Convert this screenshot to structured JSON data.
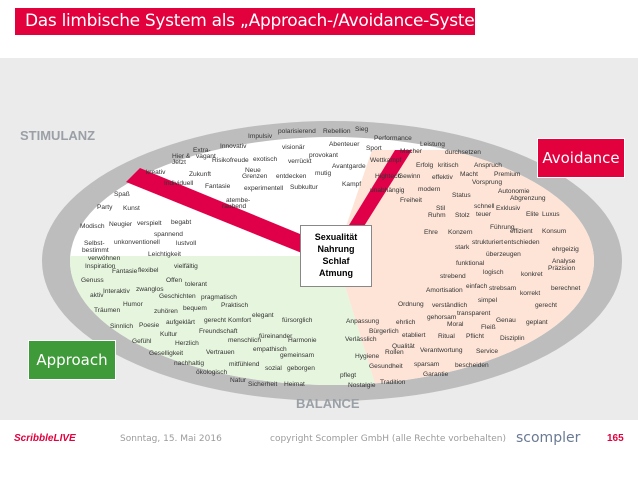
{
  "title": "Das limbische System als „Approach-/Avoidance-System“",
  "footer": {
    "date": "Sonntag, 15. Mai 2016",
    "copyright": "copyright Scompler GmbH (alle Rechte vorbehalten)",
    "page": "165",
    "left_logo": "ScribbleLIVE",
    "right_logo": "scompler"
  },
  "labels": {
    "stimulanz": "STIMULANZ",
    "balance": "BALANCE",
    "avoidance": "Avoidance",
    "approach": "Approach"
  },
  "center": [
    "Sexualität",
    "Nahrung",
    "Schlaf",
    "Atmung"
  ],
  "colors": {
    "brand_red": "#e2003d",
    "approach_green": "#3f9b3a",
    "stimulanz_region": "#ffffff",
    "balance_region": "#e6f5dd",
    "avoidance_region": "#fde4d7",
    "ring": "#bdbdbd",
    "arrow": "#e0004a"
  },
  "words": {
    "top": [
      "Impulsiv",
      "polarisierend",
      "Rebellion",
      "Sieg",
      "Performance",
      "Innovativ",
      "visionär",
      "Abenteuer",
      "Sport",
      "Macher",
      "Leistung",
      "Extra-",
      "vagant",
      "provokant",
      "durchsetzen",
      "Hier &",
      "Jetzt",
      "Risikofreude",
      "exotisch",
      "verrückt",
      "Avantgarde",
      "Wettkampf",
      "Erfolg",
      "kritisch",
      "Anspruch",
      "Zukunft",
      "Neue",
      "Grenzen",
      "entdecken",
      "mutig",
      "Hightech",
      "Gewinn",
      "effektiv",
      "Macht",
      "Premium",
      "kreativ",
      "Individuell",
      "Fantasie",
      "experimentell",
      "Subkultur",
      "Kampf",
      "unabhängig",
      "modern",
      "Vorsprung",
      "Autonomie"
    ],
    "left": [
      "Spaß",
      "atembe-",
      "raubend",
      "Party",
      "Kunst",
      "Modisch",
      "Neugier",
      "verspielt",
      "begabt",
      "spannend",
      "Selbst-",
      "bestimmt",
      "unkonventionell",
      "lustvoll",
      "verwöhnen",
      "Leichtigkeit",
      "Inspiration",
      "vielfältig",
      "Fantasie",
      "flexibel",
      "Offen",
      "Genuss",
      "tolerant",
      "aktiv",
      "Interaktiv",
      "zwanglos",
      "Geschichten",
      "pragmatisch",
      "Humor",
      "bequem",
      "Praktisch",
      "Träumen",
      "zuhören",
      "gerecht",
      "elegant",
      "Sinnlich",
      "Poesie",
      "aufgeklärt",
      "Komfort",
      "Gefühl",
      "Kultur",
      "Freundschaft",
      "fürsorglich",
      "Herzlich",
      "menschlich",
      "füreinander",
      "Harmonie",
      "Geselligkeit",
      "Vertrauen",
      "empathisch",
      "gemeinsam",
      "nachhaltig",
      "mitfühlend",
      "ökologisch",
      "sozial",
      "geborgen",
      "Natur",
      "Sicherheit",
      "Heimat"
    ],
    "right": [
      "Status",
      "Abgrenzung",
      "schnell",
      "Exklusiv",
      "Stil",
      "Freiheit",
      "Elite",
      "Luxus",
      "Ruhm",
      "Stolz",
      "teuer",
      "Führung",
      "effizient",
      "Konsum",
      "Ehre",
      "Konzern",
      "strukturiert",
      "entschieden",
      "ehrgeizig",
      "stark",
      "überzeugen",
      "funktional",
      "Analyse",
      "strebend",
      "logisch",
      "konkret",
      "Präzision",
      "Amortisation",
      "einfach",
      "strebsam",
      "berechnet",
      "korrekt",
      "simpel",
      "gerecht",
      "transparent",
      "Genau",
      "geplant",
      "Ordnung",
      "verständlich",
      "Anpassung",
      "ehrlich",
      "gehorsam",
      "Moral",
      "Fleiß",
      "Pflicht",
      "Disziplin",
      "Bürgerlich",
      "etabliert",
      "Ritual",
      "Verlässlich",
      "Qualität",
      "Verantwortung",
      "Service",
      "Hygiene",
      "Rollen",
      "Gesundheit",
      "sparsam",
      "bescheiden",
      "Garantie",
      "Nostalgie",
      "Tradition",
      "pflegt"
    ]
  }
}
